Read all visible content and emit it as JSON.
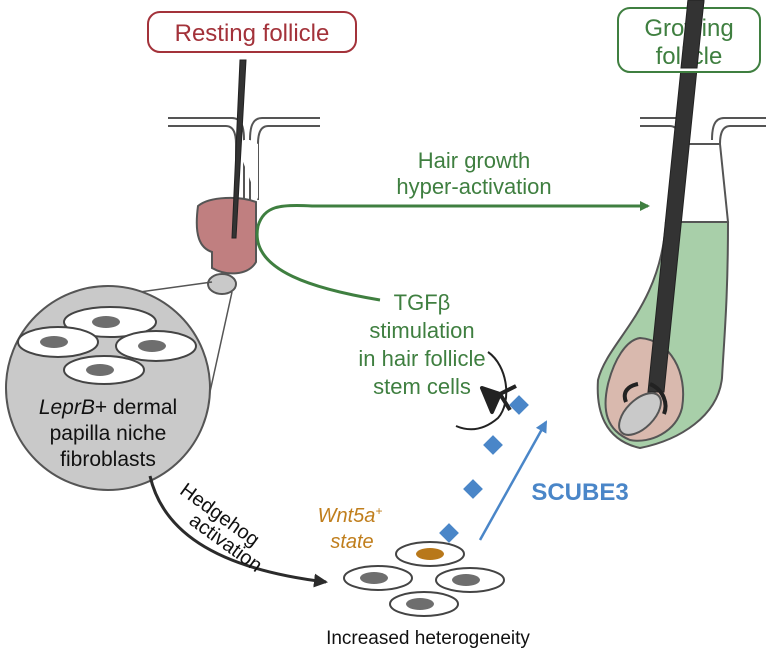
{
  "labels": {
    "resting_follicle": "Resting follicle",
    "growing_follicle_line1": "Growing",
    "growing_follicle_line2": "follicle",
    "hair_growth_line1": "Hair growth",
    "hair_growth_line2": "hyper-activation",
    "tgf_line1": "TGFβ",
    "tgf_line2": "stimulation",
    "tgf_line3": "in hair follicle",
    "tgf_line4": "stem cells",
    "leprb_italic": "LeprB",
    "leprb_rest": "+ dermal",
    "papilla": "papilla niche",
    "fibroblasts": "fibroblasts",
    "hedgehog_line1": "Hedgehog",
    "hedgehog_line2": "activation",
    "wnt_italic": "Wnt5a",
    "wnt_sup": "+",
    "wnt_state": "state",
    "scube3": "SCUBE3",
    "heterogeneity": "Increased heterogeneity"
  },
  "colors": {
    "resting_red": "#a3323a",
    "resting_fill": "#c07f80",
    "growing_green": "#3f7f40",
    "growing_fill": "#a8cfa9",
    "scube_blue": "#4a86c8",
    "wnt_orange": "#c07e1c",
    "wnt_cell_fill": "#b8781a",
    "dark": "#2b2b2b",
    "gray_circle": "#c9c9c9",
    "nucleus_gray": "#6e6e6e",
    "bulb_rose": "#d9b9ae"
  }
}
